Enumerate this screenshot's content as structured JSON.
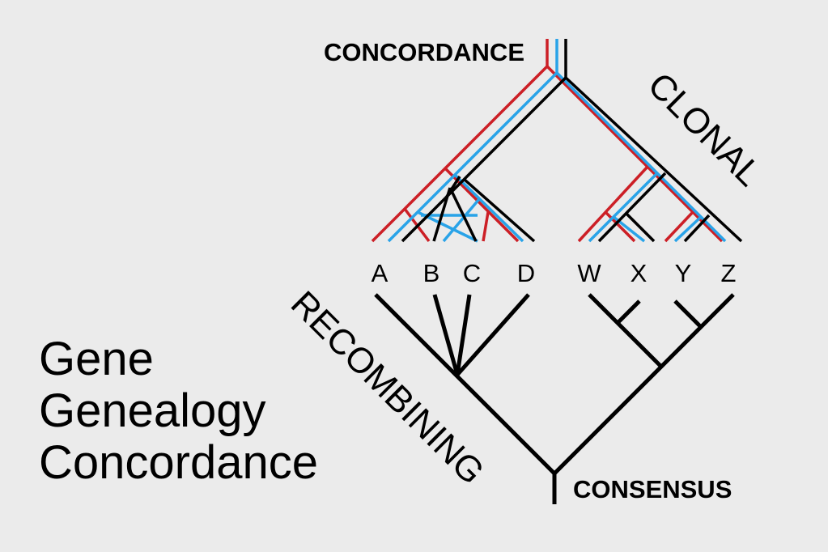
{
  "title_lines": [
    "Gene",
    "Genealogy",
    "Concordance"
  ],
  "labels": {
    "top": "CONCORDANCE",
    "bottom": "CONSENSUS",
    "right_diagonal": "CLONAL",
    "left_diagonal": "RECOMBINING"
  },
  "taxa": [
    "A",
    "B",
    "C",
    "D",
    "W",
    "X",
    "Y",
    "Z"
  ],
  "colors": {
    "background": "#ebebeb",
    "gene_red": "#cc1f26",
    "gene_blue": "#29a3e8",
    "gene_black": "#000000"
  }
}
